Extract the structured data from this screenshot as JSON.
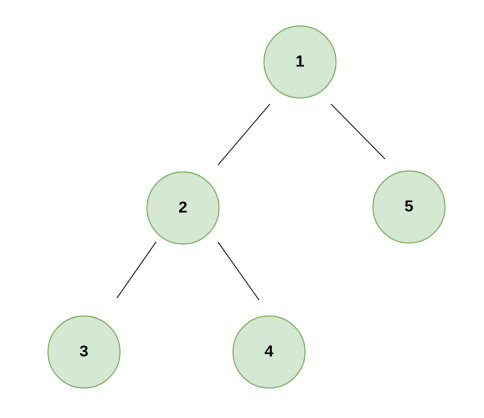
{
  "colors": {
    "node_fill": "#d5e8d4",
    "node_stroke": "#82b366",
    "edge": "#333333",
    "label": "#000000"
  },
  "nodes": [
    {
      "id": "1",
      "label": "1"
    },
    {
      "id": "2",
      "label": "2"
    },
    {
      "id": "5",
      "label": "5"
    },
    {
      "id": "3",
      "label": "3"
    },
    {
      "id": "4",
      "label": "4"
    }
  ],
  "edges": [
    {
      "from": "1",
      "to": "2"
    },
    {
      "from": "1",
      "to": "5"
    },
    {
      "from": "2",
      "to": "3"
    },
    {
      "from": "2",
      "to": "4"
    }
  ]
}
